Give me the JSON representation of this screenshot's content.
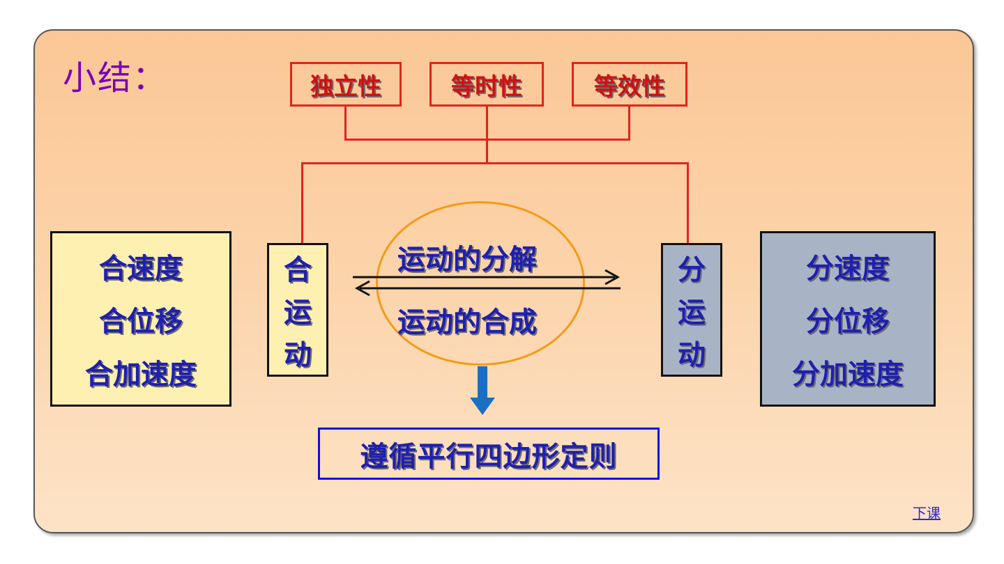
{
  "title": "小结：",
  "properties": [
    "独立性",
    "等时性",
    "等效性"
  ],
  "left_list": [
    "合速度",
    "合位移",
    "合加速度"
  ],
  "right_list": [
    "分速度",
    "分位移",
    "分加速度"
  ],
  "left_motion": [
    "合",
    "运",
    "动"
  ],
  "right_motion": [
    "分",
    "运",
    "动"
  ],
  "center": {
    "top_label": "运动的分解",
    "bottom_label": "运动的合成"
  },
  "rule": "遵循平行四边形定则",
  "next_link": "下课",
  "colors": {
    "red": "#e2231a",
    "blue_text": "#1f1fb0",
    "purple_title": "#7b00b5",
    "orange_ellipse": "#f59a16",
    "arrow_blue": "#1a6fc4"
  }
}
